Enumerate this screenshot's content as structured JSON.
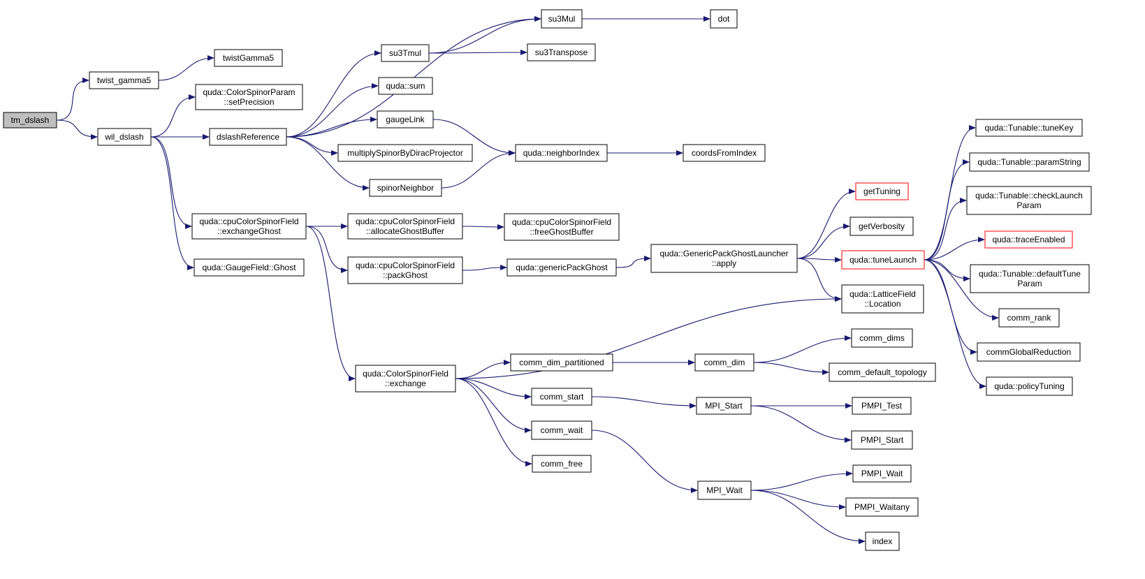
{
  "colors": {
    "edge": "#191970",
    "node_border": "#000000",
    "node_fill": "#ffffff",
    "root_fill": "#bfbfbf",
    "truncated_border": "#ff0000"
  },
  "nodes": [
    {
      "id": "tm_dslash",
      "lines": [
        "tm_dslash"
      ],
      "root": true
    },
    {
      "id": "twist_gamma5",
      "lines": [
        "twist_gamma5"
      ]
    },
    {
      "id": "wil_dslash",
      "lines": [
        "wil_dslash"
      ]
    },
    {
      "id": "twistGamma5",
      "lines": [
        "twistGamma5"
      ]
    },
    {
      "id": "setPrecision",
      "lines": [
        "quda::ColorSpinorParam",
        "::setPrecision"
      ]
    },
    {
      "id": "dslashReference",
      "lines": [
        "dslashReference"
      ]
    },
    {
      "id": "exchangeGhost",
      "lines": [
        "quda::cpuColorSpinorField",
        "::exchangeGhost"
      ]
    },
    {
      "id": "GaugeGhost",
      "lines": [
        "quda::GaugeField::Ghost"
      ]
    },
    {
      "id": "su3Mul",
      "lines": [
        "su3Mul"
      ]
    },
    {
      "id": "su3Tmul",
      "lines": [
        "su3Tmul"
      ]
    },
    {
      "id": "sum",
      "lines": [
        "quda::sum"
      ]
    },
    {
      "id": "gaugeLink",
      "lines": [
        "gaugeLink"
      ]
    },
    {
      "id": "multiplySpinor",
      "lines": [
        "multiplySpinorByDiracProjector"
      ]
    },
    {
      "id": "spinorNeighbor",
      "lines": [
        "spinorNeighbor"
      ]
    },
    {
      "id": "allocateGhostBuffer",
      "lines": [
        "quda::cpuColorSpinorField",
        "::allocateGhostBuffer"
      ]
    },
    {
      "id": "packGhost",
      "lines": [
        "quda::cpuColorSpinorField",
        "::packGhost"
      ]
    },
    {
      "id": "exchange",
      "lines": [
        "quda::ColorSpinorField",
        "::exchange"
      ]
    },
    {
      "id": "dot",
      "lines": [
        "dot"
      ]
    },
    {
      "id": "su3Transpose",
      "lines": [
        "su3Transpose"
      ]
    },
    {
      "id": "neighborIndex",
      "lines": [
        "quda::neighborIndex"
      ]
    },
    {
      "id": "freeGhostBuffer",
      "lines": [
        "quda::cpuColorSpinorField",
        "::freeGhostBuffer"
      ]
    },
    {
      "id": "genericPackGhost",
      "lines": [
        "quda::genericPackGhost"
      ]
    },
    {
      "id": "comm_dim_partitioned",
      "lines": [
        "comm_dim_partitioned"
      ]
    },
    {
      "id": "comm_start",
      "lines": [
        "comm_start"
      ]
    },
    {
      "id": "comm_wait",
      "lines": [
        "comm_wait"
      ]
    },
    {
      "id": "comm_free",
      "lines": [
        "comm_free"
      ]
    },
    {
      "id": "coordsFromIndex",
      "lines": [
        "coordsFromIndex"
      ]
    },
    {
      "id": "launcherApply",
      "lines": [
        "quda::GenericPackGhostLauncher",
        "::apply"
      ]
    },
    {
      "id": "comm_dim",
      "lines": [
        "comm_dim"
      ]
    },
    {
      "id": "MPI_Start",
      "lines": [
        "MPI_Start"
      ]
    },
    {
      "id": "MPI_Wait",
      "lines": [
        "MPI_Wait"
      ]
    },
    {
      "id": "getTuning",
      "lines": [
        "getTuning"
      ],
      "truncated": true
    },
    {
      "id": "getVerbosity",
      "lines": [
        "getVerbosity"
      ]
    },
    {
      "id": "tuneLaunch",
      "lines": [
        "quda::tuneLaunch"
      ],
      "truncated": true
    },
    {
      "id": "latticeLocation",
      "lines": [
        "quda::LatticeField",
        "::Location"
      ]
    },
    {
      "id": "comm_dims",
      "lines": [
        "comm_dims"
      ]
    },
    {
      "id": "comm_default_topology",
      "lines": [
        "comm_default_topology"
      ]
    },
    {
      "id": "PMPI_Test",
      "lines": [
        "PMPI_Test"
      ]
    },
    {
      "id": "PMPI_Start",
      "lines": [
        "PMPI_Start"
      ]
    },
    {
      "id": "PMPI_Wait",
      "lines": [
        "PMPI_Wait"
      ]
    },
    {
      "id": "PMPI_Waitany",
      "lines": [
        "PMPI_Waitany"
      ]
    },
    {
      "id": "index",
      "lines": [
        "index"
      ]
    },
    {
      "id": "tuneKey",
      "lines": [
        "quda::Tunable::tuneKey"
      ]
    },
    {
      "id": "paramString",
      "lines": [
        "quda::Tunable::paramString"
      ]
    },
    {
      "id": "checkLaunchParam",
      "lines": [
        "quda::Tunable::checkLaunch",
        "Param"
      ]
    },
    {
      "id": "traceEnabled",
      "lines": [
        "quda::traceEnabled"
      ],
      "truncated": true
    },
    {
      "id": "defaultTuneParam",
      "lines": [
        "quda::Tunable::defaultTune",
        "Param"
      ]
    },
    {
      "id": "comm_rank",
      "lines": [
        "comm_rank"
      ]
    },
    {
      "id": "commGlobalReduction",
      "lines": [
        "commGlobalReduction"
      ]
    },
    {
      "id": "policyTuning",
      "lines": [
        "quda::policyTuning"
      ]
    }
  ],
  "edges": [
    [
      "tm_dslash",
      "twist_gamma5"
    ],
    [
      "tm_dslash",
      "wil_dslash"
    ],
    [
      "twist_gamma5",
      "twistGamma5"
    ],
    [
      "wil_dslash",
      "setPrecision"
    ],
    [
      "wil_dslash",
      "dslashReference"
    ],
    [
      "wil_dslash",
      "exchangeGhost"
    ],
    [
      "wil_dslash",
      "GaugeGhost"
    ],
    [
      "dslashReference",
      "su3Mul"
    ],
    [
      "dslashReference",
      "su3Tmul"
    ],
    [
      "dslashReference",
      "sum"
    ],
    [
      "dslashReference",
      "gaugeLink"
    ],
    [
      "dslashReference",
      "multiplySpinor"
    ],
    [
      "dslashReference",
      "spinorNeighbor"
    ],
    [
      "exchangeGhost",
      "allocateGhostBuffer"
    ],
    [
      "exchangeGhost",
      "packGhost"
    ],
    [
      "exchangeGhost",
      "exchange"
    ],
    [
      "su3Mul",
      "dot"
    ],
    [
      "su3Tmul",
      "su3Mul"
    ],
    [
      "su3Tmul",
      "su3Transpose"
    ],
    [
      "gaugeLink",
      "neighborIndex"
    ],
    [
      "spinorNeighbor",
      "neighborIndex"
    ],
    [
      "neighborIndex",
      "coordsFromIndex"
    ],
    [
      "allocateGhostBuffer",
      "freeGhostBuffer"
    ],
    [
      "packGhost",
      "genericPackGhost"
    ],
    [
      "genericPackGhost",
      "launcherApply"
    ],
    [
      "launcherApply",
      "getTuning"
    ],
    [
      "launcherApply",
      "getVerbosity"
    ],
    [
      "launcherApply",
      "tuneLaunch"
    ],
    [
      "launcherApply",
      "latticeLocation"
    ],
    [
      "exchange",
      "latticeLocation"
    ],
    [
      "exchange",
      "comm_dim_partitioned"
    ],
    [
      "exchange",
      "comm_start"
    ],
    [
      "exchange",
      "comm_wait"
    ],
    [
      "exchange",
      "comm_free"
    ],
    [
      "comm_dim_partitioned",
      "comm_dim"
    ],
    [
      "comm_dim",
      "comm_dims"
    ],
    [
      "comm_dim",
      "comm_default_topology"
    ],
    [
      "comm_start",
      "MPI_Start"
    ],
    [
      "MPI_Start",
      "PMPI_Test"
    ],
    [
      "MPI_Start",
      "PMPI_Start"
    ],
    [
      "comm_wait",
      "MPI_Wait"
    ],
    [
      "MPI_Wait",
      "PMPI_Wait"
    ],
    [
      "MPI_Wait",
      "PMPI_Waitany"
    ],
    [
      "MPI_Wait",
      "index"
    ],
    [
      "tuneLaunch",
      "tuneKey"
    ],
    [
      "tuneLaunch",
      "paramString"
    ],
    [
      "tuneLaunch",
      "checkLaunchParam"
    ],
    [
      "tuneLaunch",
      "traceEnabled"
    ],
    [
      "tuneLaunch",
      "defaultTuneParam"
    ],
    [
      "tuneLaunch",
      "comm_rank"
    ],
    [
      "tuneLaunch",
      "commGlobalReduction"
    ],
    [
      "tuneLaunch",
      "policyTuning"
    ]
  ]
}
